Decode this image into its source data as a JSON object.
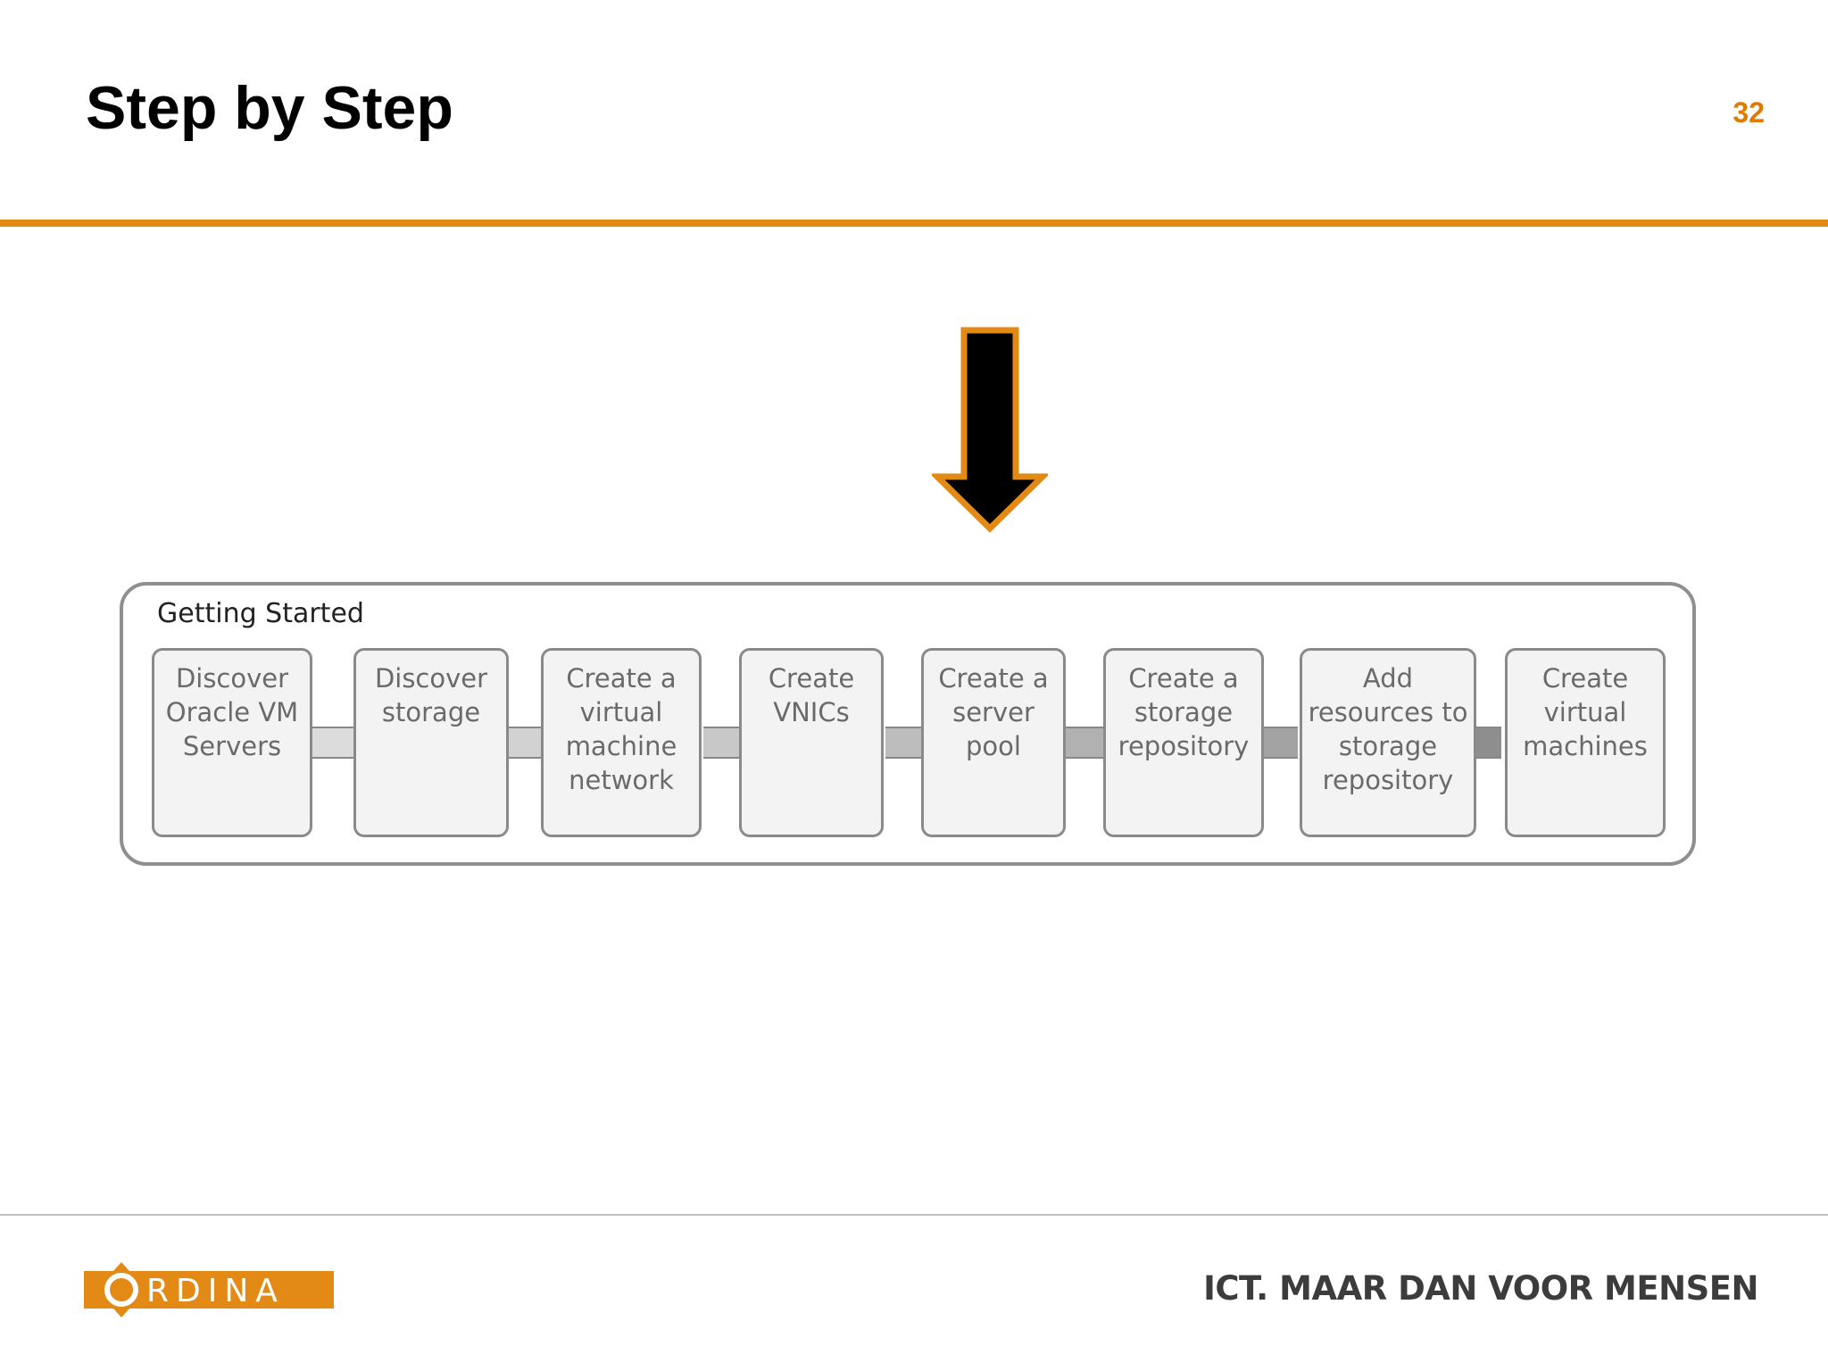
{
  "slide": {
    "title": "Step by Step",
    "page_number": "32"
  },
  "diagram": {
    "panel_title": "Getting Started",
    "steps": [
      {
        "lines": [
          "Discover",
          "Oracle VM",
          "Servers"
        ]
      },
      {
        "lines": [
          "Discover",
          "storage"
        ]
      },
      {
        "lines": [
          "Create a",
          "virtual",
          "machine",
          "network"
        ]
      },
      {
        "lines": [
          "Create",
          "VNICs"
        ]
      },
      {
        "lines": [
          "Create a",
          "server",
          "pool"
        ]
      },
      {
        "lines": [
          "Create a",
          "storage",
          "repository"
        ]
      },
      {
        "lines": [
          "Add",
          "resources to",
          "storage",
          "repository"
        ]
      },
      {
        "lines": [
          "Create",
          "virtual",
          "machines"
        ]
      }
    ],
    "connector_colors": [
      "#dcdcdc",
      "#d2d2d2",
      "#c8c8c8",
      "#bdbdbd",
      "#b1b1b1",
      "#a3a3a3",
      "#8e8e8e"
    ],
    "arrow_fill": "#000000",
    "arrow_outline": "#e38a16"
  },
  "footer": {
    "logo_text": "RDINA",
    "tagline": "ICT. MAAR DAN VOOR MENSEN",
    "brand_color": "#e38a16"
  }
}
